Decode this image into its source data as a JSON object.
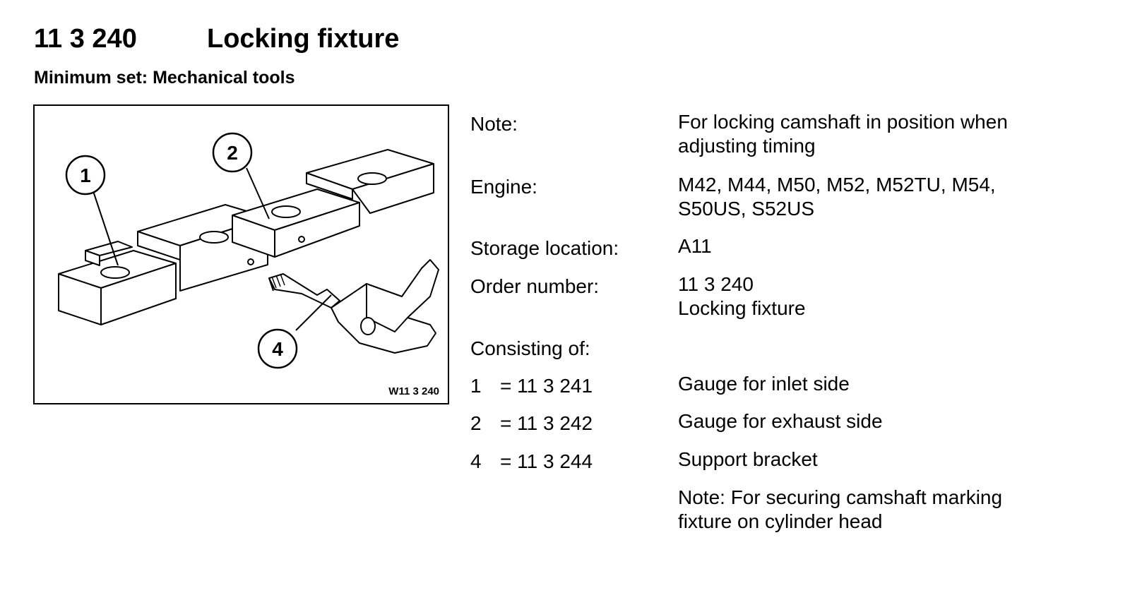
{
  "header": {
    "part_number": "11 3 240",
    "title": "Locking fixture",
    "subtitle": "Minimum set: Mechanical tools"
  },
  "figure": {
    "code": "W11 3 240",
    "callouts": [
      "1",
      "2",
      "4"
    ]
  },
  "details": {
    "note_label": "Note:",
    "note_line1": "For locking camshaft in position when",
    "note_line2": "adjusting timing",
    "engine_label": "Engine:",
    "engine_line1": "M42, M44, M50, M52, M52TU, M54,",
    "engine_line2": "S50US, S52US",
    "storage_label": "Storage location:",
    "storage_value": "A11",
    "order_label": "Order number:",
    "order_line1": "11 3 240",
    "order_line2": "Locking fixture",
    "consisting_label": "Consisting of:"
  },
  "components": [
    {
      "num": "1",
      "code": "= 11 3 241",
      "desc": "Gauge for inlet side"
    },
    {
      "num": "2",
      "code": "= 11 3 242",
      "desc": "Gauge for exhaust side"
    },
    {
      "num": "4",
      "code": "= 11 3 244",
      "desc": "Support bracket"
    }
  ],
  "footnote": {
    "line1": "Note: For securing camshaft marking",
    "line2": "fixture on cylinder head"
  }
}
